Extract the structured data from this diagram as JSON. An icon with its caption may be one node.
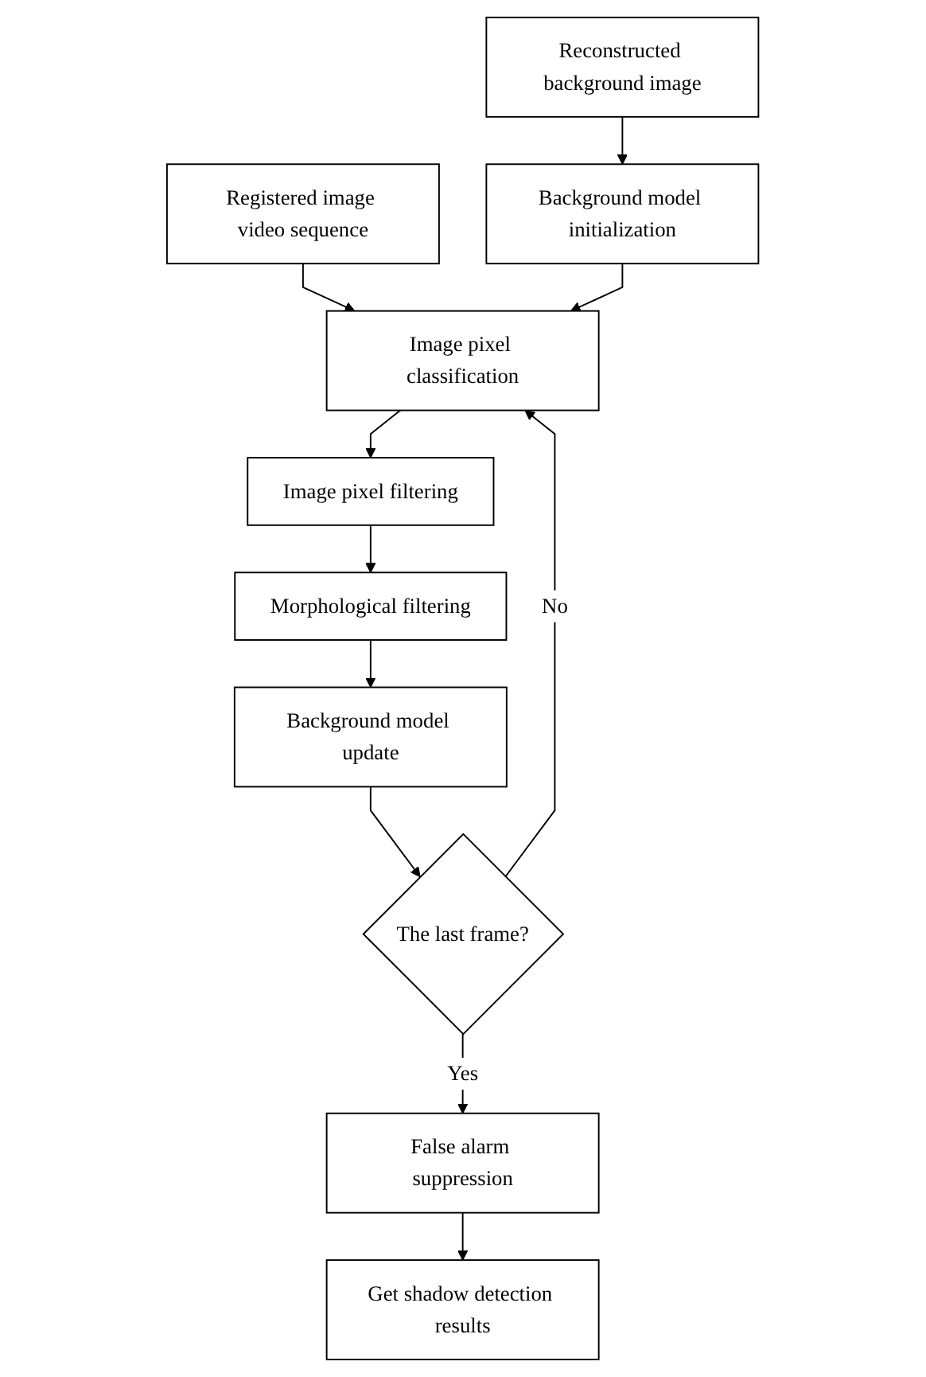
{
  "diagram": {
    "nodes": [
      {
        "text": [
          "Registered image video sequence"
        ]
      },
      {
        "text": [
          "Reconstructed background image"
        ]
      },
      {
        "text": [
          "Image pixel classification"
        ]
      },
      {
        "text": [
          "Background model initialization"
        ]
      },
      {
        "text": [
          "Image pixel filtering"
        ]
      },
      {
        "text": [
          "Morphological filtering"
        ]
      },
      {
        "text": [
          "Background model update"
        ]
      },
      {
        "text": [
          "The last frame?"
        ]
      },
      {
        "text": [
          "False alarm suppression"
        ]
      },
      {
        "text": [
          "Get shadow detection results"
        ]
      }
    ],
    "edges": [
      {
        "from": 0,
        "to": 2,
        "arrow": "to"
      },
      {
        "from": 1,
        "to": 3,
        "arrow": "to"
      },
      {
        "from": 3,
        "to": 2,
        "arrow": "to"
      },
      {
        "from": 2,
        "to": 4,
        "arrow": "to"
      },
      {
        "from": 4,
        "to": 5,
        "arrow": "to"
      },
      {
        "from": 5,
        "to": 6,
        "arrow": "to"
      },
      {
        "from": 6,
        "to": 7,
        "arrow": "to"
      },
      {
        "from": 7,
        "to": 2,
        "arrow": "to",
        "label": "No"
      },
      {
        "from": 7,
        "to": 8,
        "arrow": "to",
        "label": "Yes"
      },
      {
        "from": 8,
        "to": 9,
        "arrow": "to"
      }
    ]
  }
}
